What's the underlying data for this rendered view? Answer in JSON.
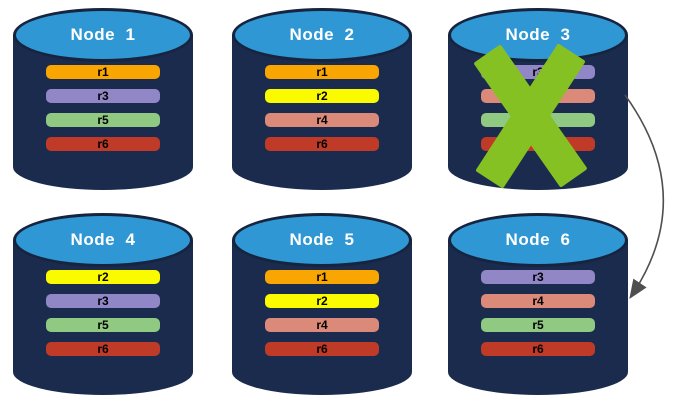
{
  "colors": {
    "background": "#FFFFFF",
    "cylinder_body": "#1B2B4D",
    "cylinder_top": "#2F98D4",
    "cylinder_outline": "#16243F",
    "title_text": "#FFFFFF",
    "bar_text": "#000000",
    "fail_x": "#86C123",
    "arrow": "#4F4F4F",
    "r1": "#F9A602",
    "r2": "#FBFB00",
    "r3": "#9186C6",
    "r4": "#DB8A79",
    "r5": "#8FC982",
    "r6": "#C03A28"
  },
  "nodes": [
    {
      "title": "Node  1",
      "failed": false,
      "bars": [
        {
          "label": "r1",
          "color": "#F9A602"
        },
        {
          "label": "r3",
          "color": "#9186C6"
        },
        {
          "label": "r5",
          "color": "#8FC982"
        },
        {
          "label": "r6",
          "color": "#C03A28"
        }
      ]
    },
    {
      "title": "Node  2",
      "failed": false,
      "bars": [
        {
          "label": "r1",
          "color": "#F9A602"
        },
        {
          "label": "r2",
          "color": "#FBFB00"
        },
        {
          "label": "r4",
          "color": "#DB8A79"
        },
        {
          "label": "r6",
          "color": "#C03A28"
        }
      ]
    },
    {
      "title": "Node  3",
      "failed": true,
      "bars": [
        {
          "label": "r3",
          "color": "#9186C6"
        },
        {
          "label": "",
          "color": "#DB8A79"
        },
        {
          "label": "",
          "color": "#8FC982"
        },
        {
          "label": "",
          "color": "#C03A28"
        }
      ]
    },
    {
      "title": "Node  4",
      "failed": false,
      "bars": [
        {
          "label": "r2",
          "color": "#FBFB00"
        },
        {
          "label": "r3",
          "color": "#9186C6"
        },
        {
          "label": "r5",
          "color": "#8FC982"
        },
        {
          "label": "r6",
          "color": "#C03A28"
        }
      ]
    },
    {
      "title": "Node  5",
      "failed": false,
      "bars": [
        {
          "label": "r1",
          "color": "#F9A602"
        },
        {
          "label": "r2",
          "color": "#FBFB00"
        },
        {
          "label": "r4",
          "color": "#DB8A79"
        },
        {
          "label": "r6",
          "color": "#C03A28"
        }
      ]
    },
    {
      "title": "Node  6",
      "failed": false,
      "bars": [
        {
          "label": "r3",
          "color": "#9186C6"
        },
        {
          "label": "r4",
          "color": "#DB8A79"
        },
        {
          "label": "r5",
          "color": "#8FC982"
        },
        {
          "label": "r6",
          "color": "#C03A28"
        }
      ]
    }
  ],
  "arrow": {
    "description": "curved arrow from right side of Node 3 down to right side of Node 6"
  }
}
